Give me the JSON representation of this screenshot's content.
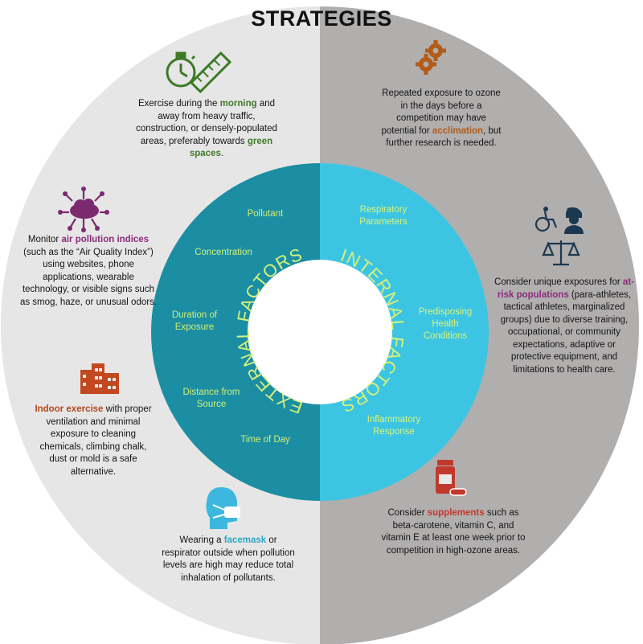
{
  "title": "STRATEGIES",
  "colors": {
    "left_half": "#e6e6e6",
    "right_half": "#b1aeae",
    "external_ring": "#1b8ea3",
    "internal_ring": "#3cc5e2",
    "ring_text": "#d6f07a",
    "green_highlight": "#3f7a2a",
    "orange_highlight": "#b35b17",
    "purple_highlight": "#8a2b7c",
    "red_highlight": "#c0392b",
    "teal_highlight": "#2aa7c6"
  },
  "external_factors": {
    "heading": "EXTERNAL FACTORS",
    "items": [
      "Pollutant",
      "Concentration",
      "Duration of Exposure",
      "Distance from Source",
      "Time of Day"
    ]
  },
  "internal_factors": {
    "heading": "INTERNAL FACTORS",
    "items": [
      "Respiratory Parameters",
      "Predisposing Health Conditions",
      "Inflammatory Response"
    ]
  },
  "strategies": {
    "morning": {
      "icon": "stopwatch-ruler-icon",
      "pre": "Exercise during the ",
      "highlight1": "morning",
      "mid": " and away from heavy traffic, construction, or densely-populated areas, preferably towards ",
      "highlight2": "green spaces",
      "post": "."
    },
    "acclimation": {
      "icon": "gears-icon",
      "pre": "Repeated exposure to ozone in the days before a competition may have potential for ",
      "highlight": "acclimation",
      "post": ", but further research is needed."
    },
    "air_quality": {
      "icon": "cloud-network-icon",
      "pre": "Monitor ",
      "highlight": "air pollution indices",
      "post": " (such as the “Air Quality Index”) using websites, phone applications, wearable technology, or visible signs such as smog, haze, or unusual odors."
    },
    "at_risk": {
      "icon": "accessibility-equity-icon",
      "pre": "Consider unique exposures for ",
      "highlight": "at-risk populations",
      "post": " (para-athletes, tactical athletes, marginalized groups) due to diverse training, occupational, or community expectations, adaptive or protective equipment, and limitations to health care."
    },
    "indoor": {
      "icon": "building-icon",
      "highlight": "Indoor exercise",
      "post": " with proper ventilation and minimal exposure to cleaning chemicals, climbing chalk, dust or mold is a safe alternative."
    },
    "supplements": {
      "icon": "supplement-bottle-icon",
      "pre": "Consider ",
      "highlight": "supplements",
      "post": " such as beta-carotene, vitamin C, and vitamin E at least one week prior to competition in high-ozone areas."
    },
    "facemask": {
      "icon": "facemask-head-icon",
      "pre": "Wearing a ",
      "highlight": "facemask",
      "post": " or respirator outside when pollution levels are high may reduce total inhalation of pollutants."
    }
  }
}
